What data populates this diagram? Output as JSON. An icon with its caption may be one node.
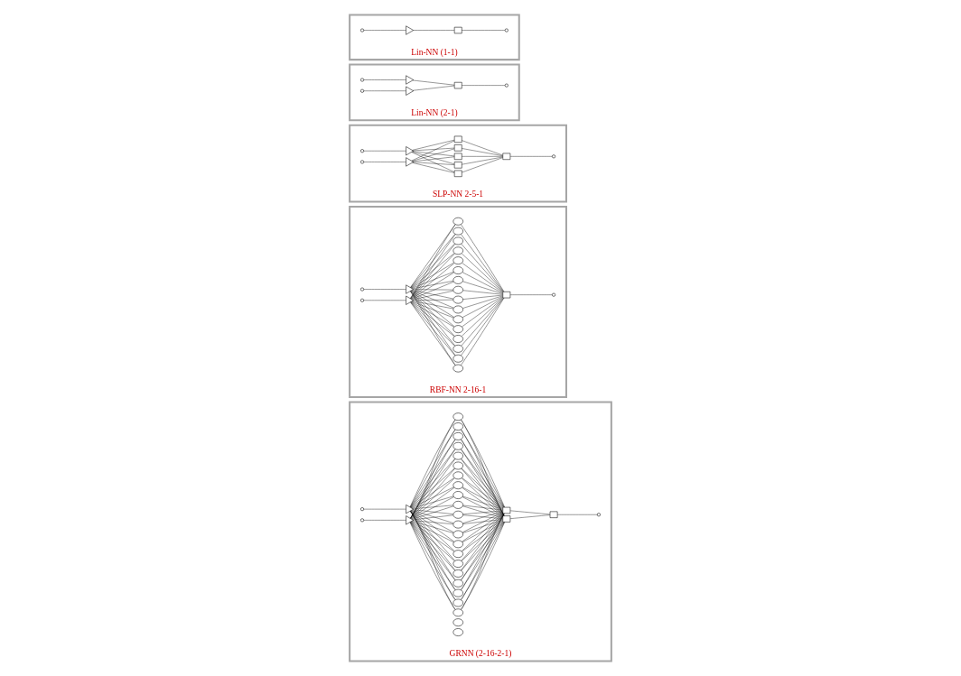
{
  "diagram": {
    "nodes": [
      {
        "text": [
          "Lin-NN (1-1)"
        ]
      },
      {
        "text": [],
        "shape": "circle",
        "in": 0
      },
      {
        "text": [],
        "shape": "triangle",
        "in": 0
      },
      {
        "text": [],
        "shape": "box",
        "in": 0
      },
      {
        "text": [],
        "shape": "circle",
        "in": 0
      },
      {
        "text": [
          "Lin-NN (2-1)"
        ]
      },
      {
        "text": [],
        "shape": "circle",
        "in": 5
      },
      {
        "text": [],
        "shape": "circle",
        "in": 5
      },
      {
        "text": [],
        "shape": "triangle",
        "in": 5
      },
      {
        "text": [],
        "shape": "triangle",
        "in": 5
      },
      {
        "text": [],
        "shape": "box",
        "in": 5
      },
      {
        "text": [],
        "shape": "circle",
        "in": 5
      },
      {
        "text": [
          "SLP-NN 2-5-1"
        ]
      },
      {
        "text": [],
        "shape": "circle",
        "in": 12
      },
      {
        "text": [],
        "shape": "circle",
        "in": 12
      },
      {
        "text": [],
        "shape": "triangle",
        "in": 12
      },
      {
        "text": [],
        "shape": "triangle",
        "in": 12
      },
      {
        "text": [],
        "shape": "box",
        "in": 12
      },
      {
        "text": [],
        "shape": "box",
        "in": 12
      },
      {
        "text": [],
        "shape": "box",
        "in": 12
      },
      {
        "text": [],
        "shape": "box",
        "in": 12
      },
      {
        "text": [],
        "shape": "box",
        "in": 12
      },
      {
        "text": [],
        "shape": "box",
        "in": 12
      },
      {
        "text": [],
        "shape": "circle",
        "in": 12
      },
      {
        "text": [
          "RBF-NN 2-16-1"
        ]
      },
      {
        "text": [],
        "shape": "circle",
        "in": 24
      },
      {
        "text": [],
        "shape": "circle",
        "in": 24
      },
      {
        "text": [],
        "shape": "triangle",
        "in": 24
      },
      {
        "text": [],
        "shape": "triangle",
        "in": 24
      },
      {
        "text": [],
        "shape": "ellipse",
        "in": 24
      },
      {
        "text": [],
        "shape": "ellipse",
        "in": 24
      },
      {
        "text": [],
        "shape": "ellipse",
        "in": 24
      },
      {
        "text": [],
        "shape": "ellipse",
        "in": 24
      },
      {
        "text": [],
        "shape": "ellipse",
        "in": 24
      },
      {
        "text": [],
        "shape": "ellipse",
        "in": 24
      },
      {
        "text": [],
        "shape": "ellipse",
        "in": 24
      },
      {
        "text": [],
        "shape": "ellipse",
        "in": 24
      },
      {
        "text": [],
        "shape": "ellipse",
        "in": 24
      },
      {
        "text": [],
        "shape": "ellipse",
        "in": 24
      },
      {
        "text": [],
        "shape": "ellipse",
        "in": 24
      },
      {
        "text": [],
        "shape": "ellipse",
        "in": 24
      },
      {
        "text": [],
        "shape": "ellipse",
        "in": 24
      },
      {
        "text": [],
        "shape": "ellipse",
        "in": 24
      },
      {
        "text": [],
        "shape": "ellipse",
        "in": 24
      },
      {
        "text": [],
        "shape": "ellipse",
        "in": 24
      },
      {
        "text": [],
        "shape": "box",
        "in": 24
      },
      {
        "text": [],
        "shape": "circle",
        "in": 24
      },
      {
        "text": [
          "GRNN (2-16-2-1)"
        ]
      },
      {
        "text": [],
        "shape": "circle",
        "in": 47
      },
      {
        "text": [],
        "shape": "circle",
        "in": 47
      },
      {
        "text": [],
        "shape": "triangle",
        "in": 47
      },
      {
        "text": [],
        "shape": "triangle",
        "in": 47
      },
      {
        "text": [],
        "shape": "ellipse",
        "in": 47
      },
      {
        "text": [],
        "shape": "ellipse",
        "in": 47
      },
      {
        "text": [],
        "shape": "ellipse",
        "in": 47
      },
      {
        "text": [],
        "shape": "ellipse",
        "in": 47
      },
      {
        "text": [],
        "shape": "ellipse",
        "in": 47
      },
      {
        "text": [],
        "shape": "ellipse",
        "in": 47
      },
      {
        "text": [],
        "shape": "ellipse",
        "in": 47
      },
      {
        "text": [],
        "shape": "ellipse",
        "in": 47
      },
      {
        "text": [],
        "shape": "ellipse",
        "in": 47
      },
      {
        "text": [],
        "shape": "ellipse",
        "in": 47
      },
      {
        "text": [],
        "shape": "ellipse",
        "in": 47
      },
      {
        "text": [],
        "shape": "ellipse",
        "in": 47
      },
      {
        "text": [],
        "shape": "ellipse",
        "in": 47
      },
      {
        "text": [],
        "shape": "ellipse",
        "in": 47
      },
      {
        "text": [],
        "shape": "ellipse",
        "in": 47
      },
      {
        "text": [],
        "shape": "ellipse",
        "in": 47
      },
      {
        "text": [],
        "shape": "ellipse",
        "in": 47
      },
      {
        "text": [],
        "shape": "ellipse",
        "in": 47
      },
      {
        "text": [],
        "shape": "ellipse",
        "in": 47
      },
      {
        "text": [],
        "shape": "ellipse",
        "in": 47
      },
      {
        "text": [],
        "shape": "ellipse",
        "in": 47
      },
      {
        "text": [],
        "shape": "ellipse",
        "in": 47
      },
      {
        "text": [],
        "shape": "ellipse",
        "in": 47
      },
      {
        "text": [],
        "shape": "box",
        "in": 47
      },
      {
        "text": [],
        "shape": "box",
        "in": 47
      },
      {
        "text": [],
        "shape": "box",
        "in": 47
      },
      {
        "text": [],
        "shape": "circle",
        "in": 47
      }
    ],
    "edges": [
      {
        "from": 1,
        "to": 2,
        "arrow": "none"
      },
      {
        "from": 2,
        "to": 3,
        "arrow": "none"
      },
      {
        "from": 3,
        "to": 4,
        "arrow": "none"
      },
      {
        "from": 6,
        "to": 8,
        "arrow": "none"
      },
      {
        "from": 7,
        "to": 9,
        "arrow": "none"
      },
      {
        "from": 8,
        "to": 10,
        "arrow": "none"
      },
      {
        "from": 9,
        "to": 10,
        "arrow": "none"
      },
      {
        "from": 10,
        "to": 11,
        "arrow": "none"
      },
      {
        "from": 13,
        "to": 15,
        "arrow": "none"
      },
      {
        "from": 14,
        "to": 16,
        "arrow": "none"
      },
      {
        "from": 15,
        "to": 17,
        "arrow": "none"
      },
      {
        "from": 15,
        "to": 18,
        "arrow": "none"
      },
      {
        "from": 15,
        "to": 19,
        "arrow": "none"
      },
      {
        "from": 15,
        "to": 20,
        "arrow": "none"
      },
      {
        "from": 15,
        "to": 21,
        "arrow": "none"
      },
      {
        "from": 16,
        "to": 17,
        "arrow": "none"
      },
      {
        "from": 16,
        "to": 18,
        "arrow": "none"
      },
      {
        "from": 16,
        "to": 19,
        "arrow": "none"
      },
      {
        "from": 16,
        "to": 20,
        "arrow": "none"
      },
      {
        "from": 16,
        "to": 21,
        "arrow": "none"
      },
      {
        "from": 17,
        "to": 22,
        "arrow": "none"
      },
      {
        "from": 18,
        "to": 22,
        "arrow": "none"
      },
      {
        "from": 19,
        "to": 22,
        "arrow": "none"
      },
      {
        "from": 20,
        "to": 22,
        "arrow": "none"
      },
      {
        "from": 21,
        "to": 22,
        "arrow": "none"
      },
      {
        "from": 22,
        "to": 23,
        "arrow": "none"
      },
      {
        "from": 25,
        "to": 27,
        "arrow": "none"
      },
      {
        "from": 26,
        "to": 28,
        "arrow": "none"
      },
      {
        "from": 27,
        "to": 29,
        "arrow": "none"
      },
      {
        "from": 27,
        "to": 30,
        "arrow": "none"
      },
      {
        "from": 27,
        "to": 31,
        "arrow": "none"
      },
      {
        "from": 27,
        "to": 32,
        "arrow": "none"
      },
      {
        "from": 27,
        "to": 33,
        "arrow": "none"
      },
      {
        "from": 27,
        "to": 34,
        "arrow": "none"
      },
      {
        "from": 27,
        "to": 35,
        "arrow": "none"
      },
      {
        "from": 27,
        "to": 36,
        "arrow": "none"
      },
      {
        "from": 27,
        "to": 37,
        "arrow": "none"
      },
      {
        "from": 27,
        "to": 38,
        "arrow": "none"
      },
      {
        "from": 27,
        "to": 39,
        "arrow": "none"
      },
      {
        "from": 27,
        "to": 40,
        "arrow": "none"
      },
      {
        "from": 27,
        "to": 41,
        "arrow": "none"
      },
      {
        "from": 27,
        "to": 42,
        "arrow": "none"
      },
      {
        "from": 27,
        "to": 43,
        "arrow": "none"
      },
      {
        "from": 27,
        "to": 44,
        "arrow": "none"
      },
      {
        "from": 28,
        "to": 29,
        "arrow": "none"
      },
      {
        "from": 28,
        "to": 30,
        "arrow": "none"
      },
      {
        "from": 28,
        "to": 31,
        "arrow": "none"
      },
      {
        "from": 28,
        "to": 32,
        "arrow": "none"
      },
      {
        "from": 28,
        "to": 33,
        "arrow": "none"
      },
      {
        "from": 28,
        "to": 34,
        "arrow": "none"
      },
      {
        "from": 28,
        "to": 35,
        "arrow": "none"
      },
      {
        "from": 28,
        "to": 36,
        "arrow": "none"
      },
      {
        "from": 28,
        "to": 37,
        "arrow": "none"
      },
      {
        "from": 28,
        "to": 38,
        "arrow": "none"
      },
      {
        "from": 28,
        "to": 39,
        "arrow": "none"
      },
      {
        "from": 28,
        "to": 40,
        "arrow": "none"
      },
      {
        "from": 28,
        "to": 41,
        "arrow": "none"
      },
      {
        "from": 28,
        "to": 42,
        "arrow": "none"
      },
      {
        "from": 28,
        "to": 43,
        "arrow": "none"
      },
      {
        "from": 28,
        "to": 44,
        "arrow": "none"
      },
      {
        "from": 29,
        "to": 45,
        "arrow": "none"
      },
      {
        "from": 30,
        "to": 45,
        "arrow": "none"
      },
      {
        "from": 31,
        "to": 45,
        "arrow": "none"
      },
      {
        "from": 32,
        "to": 45,
        "arrow": "none"
      },
      {
        "from": 33,
        "to": 45,
        "arrow": "none"
      },
      {
        "from": 34,
        "to": 45,
        "arrow": "none"
      },
      {
        "from": 35,
        "to": 45,
        "arrow": "none"
      },
      {
        "from": 36,
        "to": 45,
        "arrow": "none"
      },
      {
        "from": 37,
        "to": 45,
        "arrow": "none"
      },
      {
        "from": 38,
        "to": 45,
        "arrow": "none"
      },
      {
        "from": 39,
        "to": 45,
        "arrow": "none"
      },
      {
        "from": 40,
        "to": 45,
        "arrow": "none"
      },
      {
        "from": 41,
        "to": 45,
        "arrow": "none"
      },
      {
        "from": 42,
        "to": 45,
        "arrow": "none"
      },
      {
        "from": 43,
        "to": 45,
        "arrow": "none"
      },
      {
        "from": 44,
        "to": 45,
        "arrow": "none"
      },
      {
        "from": 45,
        "to": 46,
        "arrow": "none"
      },
      {
        "from": 48,
        "to": 50,
        "arrow": "none"
      },
      {
        "from": 49,
        "to": 51,
        "arrow": "none"
      },
      {
        "from": 50,
        "to": 53,
        "arrow": "none"
      },
      {
        "from": 50,
        "to": 54,
        "arrow": "none"
      },
      {
        "from": 50,
        "to": 55,
        "arrow": "none"
      },
      {
        "from": 50,
        "to": 56,
        "arrow": "none"
      },
      {
        "from": 50,
        "to": 57,
        "arrow": "none"
      },
      {
        "from": 50,
        "to": 58,
        "arrow": "none"
      },
      {
        "from": 50,
        "to": 59,
        "arrow": "none"
      },
      {
        "from": 50,
        "to": 60,
        "arrow": "none"
      },
      {
        "from": 50,
        "to": 61,
        "arrow": "none"
      },
      {
        "from": 50,
        "to": 62,
        "arrow": "none"
      },
      {
        "from": 50,
        "to": 63,
        "arrow": "none"
      },
      {
        "from": 50,
        "to": 64,
        "arrow": "none"
      },
      {
        "from": 50,
        "to": 65,
        "arrow": "none"
      },
      {
        "from": 50,
        "to": 66,
        "arrow": "none"
      },
      {
        "from": 50,
        "to": 67,
        "arrow": "none"
      },
      {
        "from": 50,
        "to": 68,
        "arrow": "none"
      },
      {
        "from": 50,
        "to": 69,
        "arrow": "none"
      },
      {
        "from": 50,
        "to": 70,
        "arrow": "none"
      },
      {
        "from": 50,
        "to": 71,
        "arrow": "none"
      },
      {
        "from": 50,
        "to": 72,
        "arrow": "none"
      },
      {
        "from": 50,
        "to": 73,
        "arrow": "none"
      },
      {
        "from": 51,
        "to": 53,
        "arrow": "none"
      },
      {
        "from": 51,
        "to": 54,
        "arrow": "none"
      },
      {
        "from": 51,
        "to": 55,
        "arrow": "none"
      },
      {
        "from": 51,
        "to": 56,
        "arrow": "none"
      },
      {
        "from": 51,
        "to": 57,
        "arrow": "none"
      },
      {
        "from": 51,
        "to": 58,
        "arrow": "none"
      },
      {
        "from": 51,
        "to": 59,
        "arrow": "none"
      },
      {
        "from": 51,
        "to": 60,
        "arrow": "none"
      },
      {
        "from": 51,
        "to": 61,
        "arrow": "none"
      },
      {
        "from": 51,
        "to": 62,
        "arrow": "none"
      },
      {
        "from": 51,
        "to": 63,
        "arrow": "none"
      },
      {
        "from": 51,
        "to": 64,
        "arrow": "none"
      },
      {
        "from": 51,
        "to": 65,
        "arrow": "none"
      },
      {
        "from": 51,
        "to": 66,
        "arrow": "none"
      },
      {
        "from": 51,
        "to": 67,
        "arrow": "none"
      },
      {
        "from": 51,
        "to": 68,
        "arrow": "none"
      },
      {
        "from": 51,
        "to": 69,
        "arrow": "none"
      },
      {
        "from": 51,
        "to": 70,
        "arrow": "none"
      },
      {
        "from": 51,
        "to": 71,
        "arrow": "none"
      },
      {
        "from": 51,
        "to": 72,
        "arrow": "none"
      },
      {
        "from": 51,
        "to": 73,
        "arrow": "none"
      },
      {
        "from": 53,
        "to": 75,
        "arrow": "none"
      },
      {
        "from": 54,
        "to": 75,
        "arrow": "none"
      },
      {
        "from": 55,
        "to": 75,
        "arrow": "none"
      },
      {
        "from": 56,
        "to": 75,
        "arrow": "none"
      },
      {
        "from": 57,
        "to": 75,
        "arrow": "none"
      },
      {
        "from": 58,
        "to": 75,
        "arrow": "none"
      },
      {
        "from": 59,
        "to": 75,
        "arrow": "none"
      },
      {
        "from": 60,
        "to": 75,
        "arrow": "none"
      },
      {
        "from": 61,
        "to": 75,
        "arrow": "none"
      },
      {
        "from": 62,
        "to": 75,
        "arrow": "none"
      },
      {
        "from": 63,
        "to": 75,
        "arrow": "none"
      },
      {
        "from": 64,
        "to": 75,
        "arrow": "none"
      },
      {
        "from": 65,
        "to": 75,
        "arrow": "none"
      },
      {
        "from": 66,
        "to": 75,
        "arrow": "none"
      },
      {
        "from": 67,
        "to": 75,
        "arrow": "none"
      },
      {
        "from": 68,
        "to": 75,
        "arrow": "none"
      },
      {
        "from": 69,
        "to": 75,
        "arrow": "none"
      },
      {
        "from": 70,
        "to": 75,
        "arrow": "none"
      },
      {
        "from": 71,
        "to": 75,
        "arrow": "none"
      },
      {
        "from": 72,
        "to": 75,
        "arrow": "none"
      },
      {
        "from": 73,
        "to": 75,
        "arrow": "none"
      },
      {
        "from": 53,
        "to": 76,
        "arrow": "none"
      },
      {
        "from": 54,
        "to": 76,
        "arrow": "none"
      },
      {
        "from": 55,
        "to": 76,
        "arrow": "none"
      },
      {
        "from": 56,
        "to": 76,
        "arrow": "none"
      },
      {
        "from": 57,
        "to": 76,
        "arrow": "none"
      },
      {
        "from": 58,
        "to": 76,
        "arrow": "none"
      },
      {
        "from": 59,
        "to": 76,
        "arrow": "none"
      },
      {
        "from": 60,
        "to": 76,
        "arrow": "none"
      },
      {
        "from": 61,
        "to": 76,
        "arrow": "none"
      },
      {
        "from": 62,
        "to": 76,
        "arrow": "none"
      },
      {
        "from": 63,
        "to": 76,
        "arrow": "none"
      },
      {
        "from": 64,
        "to": 76,
        "arrow": "none"
      },
      {
        "from": 65,
        "to": 76,
        "arrow": "none"
      },
      {
        "from": 66,
        "to": 76,
        "arrow": "none"
      },
      {
        "from": 67,
        "to": 76,
        "arrow": "none"
      },
      {
        "from": 68,
        "to": 76,
        "arrow": "none"
      },
      {
        "from": 69,
        "to": 76,
        "arrow": "none"
      },
      {
        "from": 70,
        "to": 76,
        "arrow": "none"
      },
      {
        "from": 71,
        "to": 76,
        "arrow": "none"
      },
      {
        "from": 72,
        "to": 76,
        "arrow": "none"
      },
      {
        "from": 73,
        "to": 76,
        "arrow": "none"
      },
      {
        "from": 75,
        "to": 77,
        "arrow": "none"
      },
      {
        "from": 76,
        "to": 77,
        "arrow": "none"
      },
      {
        "from": 77,
        "to": 78,
        "arrow": "none"
      }
    ]
  }
}
